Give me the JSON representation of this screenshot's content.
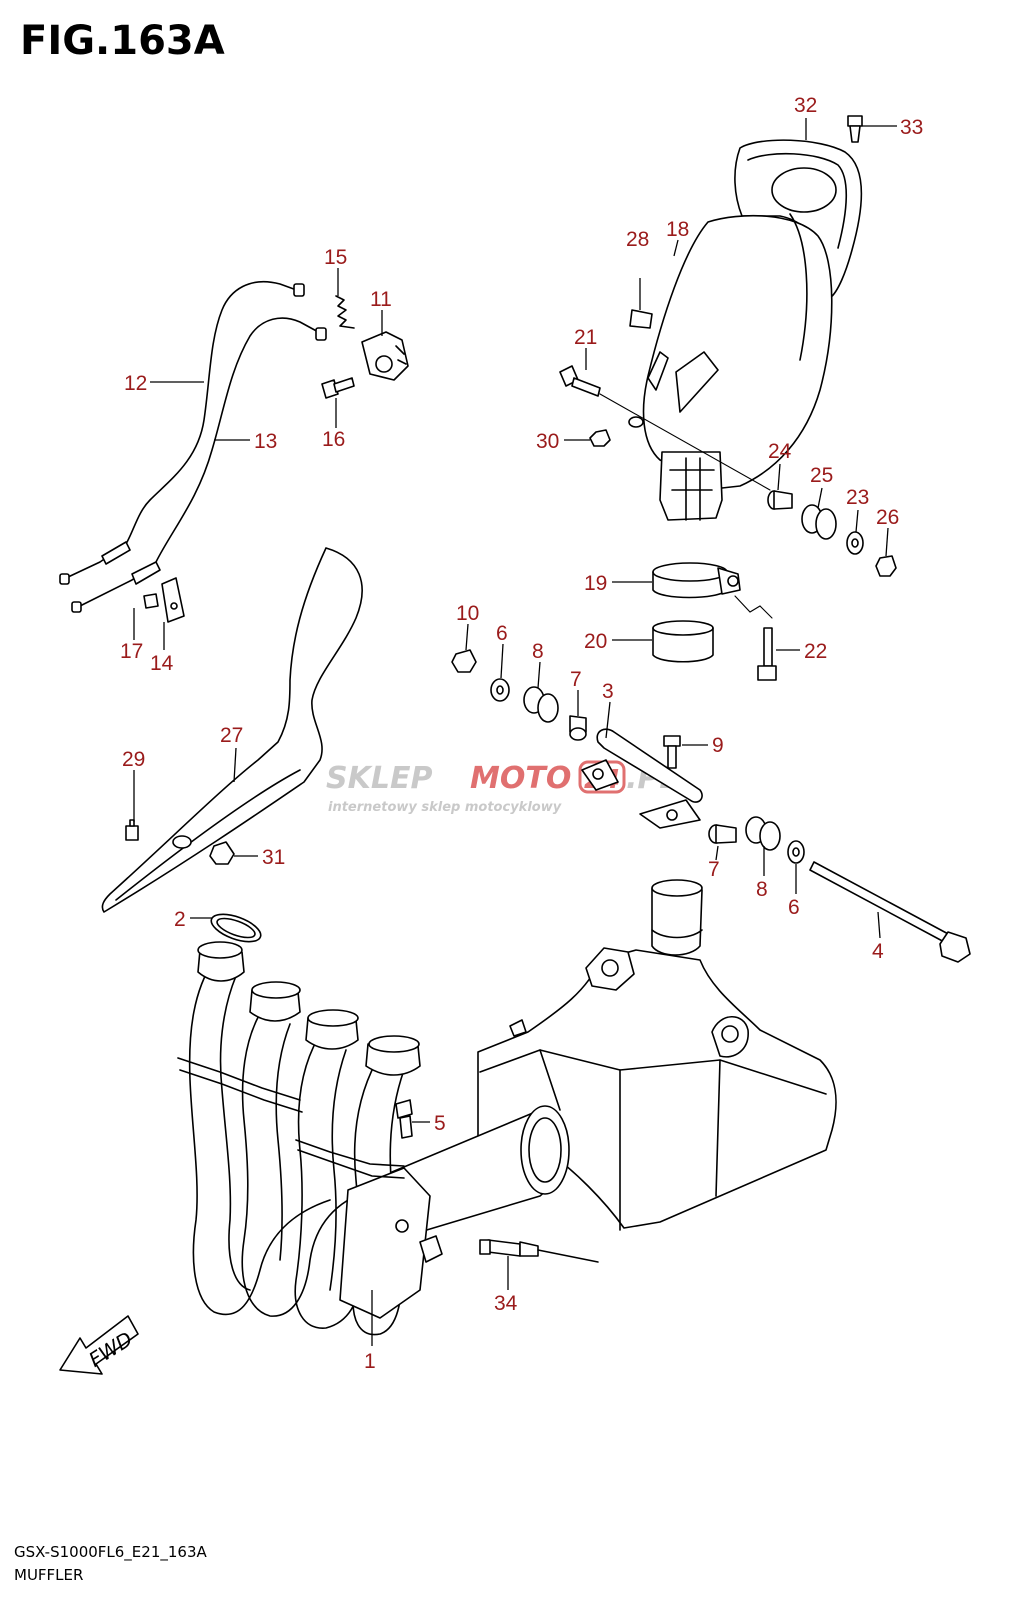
{
  "figure": {
    "title": "FIG.163A",
    "model_code": "GSX-S1000FL6_E21_163A",
    "section_name": "MUFFLER"
  },
  "watermark": {
    "brand_a": "SKLEP",
    "brand_b": "MOTO",
    "brand_c": "24",
    "brand_d": ".PL",
    "tagline": "internetowy sklep motocyklowy",
    "color_gray": "#c9c9c9",
    "color_red": "#e07070"
  },
  "fwd_label": "FWD",
  "callouts": {
    "c1": "1",
    "c2": "2",
    "c3": "3",
    "c4": "4",
    "c5": "5",
    "c6a": "6",
    "c6b": "6",
    "c7a": "7",
    "c7b": "7",
    "c8a": "8",
    "c8b": "8",
    "c9": "9",
    "c10": "10",
    "c11": "11",
    "c12": "12",
    "c13": "13",
    "c14": "14",
    "c15": "15",
    "c16": "16",
    "c17": "17",
    "c18": "18",
    "c19": "19",
    "c20": "20",
    "c21": "21",
    "c22": "22",
    "c23": "23",
    "c24": "24",
    "c25": "25",
    "c26": "26",
    "c27": "27",
    "c28": "28",
    "c29": "29",
    "c30": "30",
    "c31": "31",
    "c32": "32",
    "c33": "33",
    "c34": "34"
  },
  "colors": {
    "callout_text": "#9a1b1b",
    "line": "#000000"
  }
}
